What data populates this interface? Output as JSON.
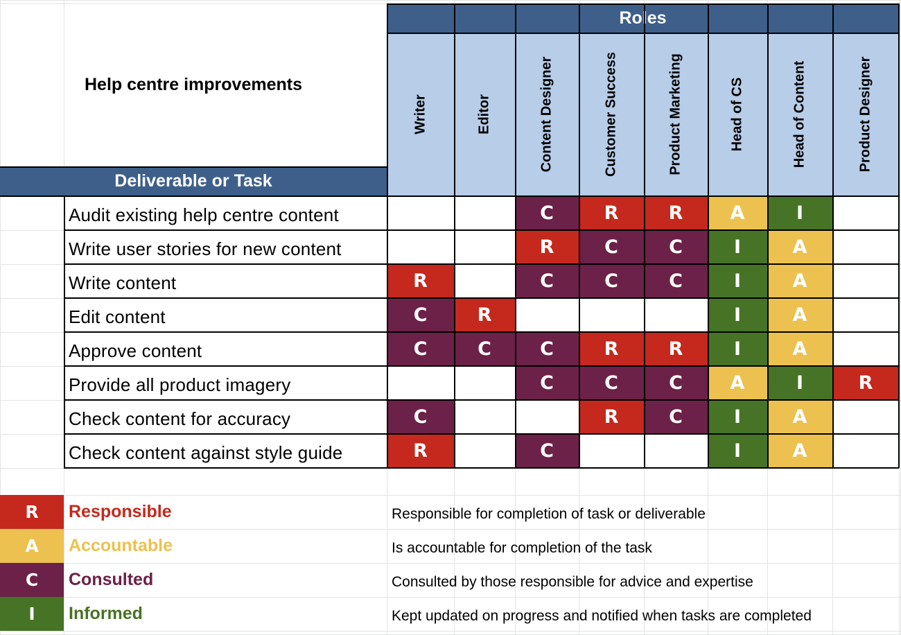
{
  "title": "Help centre improvements",
  "roles_header": "Roles",
  "deliverable_header": "Deliverable or Task",
  "roles": [
    "Writer",
    "Editor",
    "Content Designer",
    "Customer Success",
    "Product Marketing",
    "Head of CS",
    "Head of Content",
    "Product Designer"
  ],
  "tasks": [
    {
      "name": "Audit existing help centre content",
      "cells": [
        "",
        "",
        "C",
        "R",
        "R",
        "A",
        "I",
        ""
      ]
    },
    {
      "name": "Write user stories for new content",
      "cells": [
        "",
        "",
        "R",
        "C",
        "C",
        "I",
        "A",
        ""
      ]
    },
    {
      "name": "Write content",
      "cells": [
        "R",
        "",
        "C",
        "C",
        "C",
        "I",
        "A",
        ""
      ]
    },
    {
      "name": "Edit content",
      "cells": [
        "C",
        "R",
        "",
        "",
        "",
        "I",
        "A",
        ""
      ]
    },
    {
      "name": "Approve content",
      "cells": [
        "C",
        "C",
        "C",
        "R",
        "R",
        "I",
        "A",
        ""
      ]
    },
    {
      "name": "Provide all product imagery",
      "cells": [
        "",
        "",
        "C",
        "C",
        "C",
        "A",
        "I",
        "R"
      ]
    },
    {
      "name": "Check content for accuracy",
      "cells": [
        "C",
        "",
        "",
        "R",
        "C",
        "I",
        "A",
        ""
      ]
    },
    {
      "name": "Check content against style guide",
      "cells": [
        "R",
        "",
        "C",
        "",
        "",
        "I",
        "A",
        ""
      ]
    }
  ],
  "legend": [
    {
      "letter": "R",
      "name": "Responsible",
      "description": "Responsible for completion of task or deliverable"
    },
    {
      "letter": "A",
      "name": "Accountable",
      "description": "Is accountable for completion of the task"
    },
    {
      "letter": "C",
      "name": "Consulted",
      "description": "Consulted by those responsible for advice and expertise"
    },
    {
      "letter": "I",
      "name": "Informed",
      "description": "Kept updated on progress and notified when tasks are completed"
    }
  ],
  "colors": {
    "R": "#c5281c",
    "A": "#ecc14f",
    "C": "#6b2148",
    "I": "#467325",
    "header_band": "#3e5f8a",
    "role_header": "#b7cde8",
    "gridline": "#e2e3e3"
  }
}
